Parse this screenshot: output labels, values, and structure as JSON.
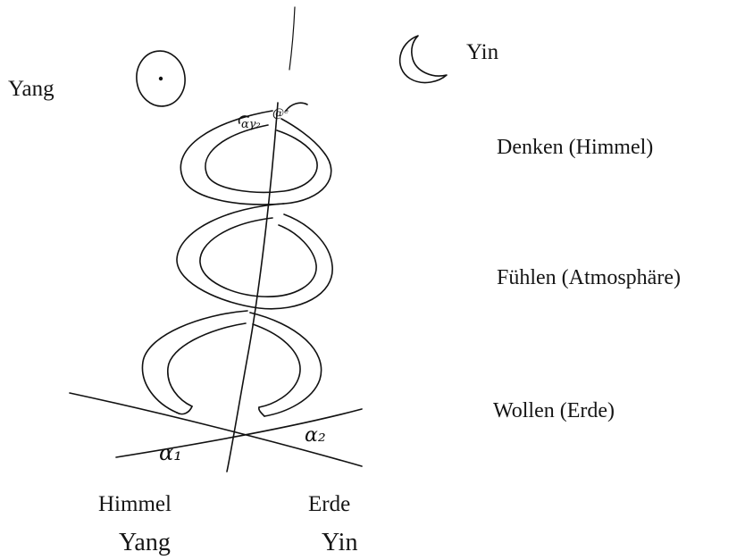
{
  "labels": {
    "yang_top": "Yang",
    "yin_top": "Yin",
    "denken": "Denken (Himmel)",
    "fuehlen": "Fühlen (Atmosphäre)",
    "wollen": "Wollen (Erde)",
    "himmel": "Himmel",
    "erde": "Erde",
    "yang_bottom": "Yang",
    "yin_bottom": "Yin",
    "alpha_1": "α₁",
    "alpha_2": "α₂"
  },
  "icons": {
    "sun": "sun-circle-icon",
    "moon": "crescent-moon-icon"
  },
  "colors": {
    "ink": "#111111",
    "background": "#ffffff"
  }
}
